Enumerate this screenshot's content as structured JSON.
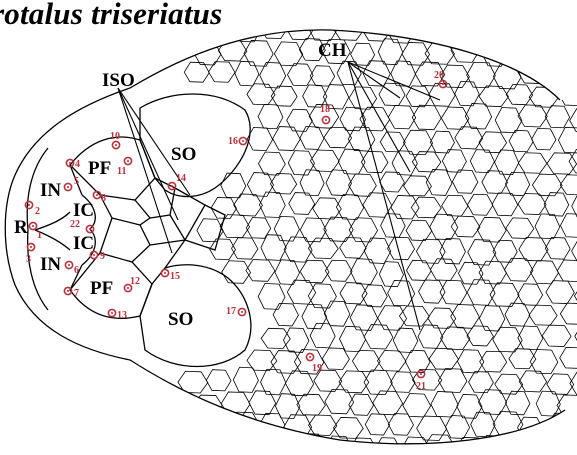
{
  "title": "rotalus triseriatus",
  "colors": {
    "landmark": "#b8323a",
    "ink": "#000000"
  },
  "region_labels": [
    {
      "key": "CH",
      "text": "CH"
    },
    {
      "key": "ISO",
      "text": "ISO"
    },
    {
      "key": "SO_top",
      "text": "SO"
    },
    {
      "key": "SO_bottom",
      "text": "SO"
    },
    {
      "key": "PF_top",
      "text": "PF"
    },
    {
      "key": "PF_bottom",
      "text": "PF"
    },
    {
      "key": "IN_top",
      "text": "IN"
    },
    {
      "key": "IN_bottom",
      "text": "IN"
    },
    {
      "key": "IC_top",
      "text": "IC"
    },
    {
      "key": "IC_bottom",
      "text": "IC"
    },
    {
      "key": "R",
      "text": "R"
    }
  ],
  "landmarks": [
    "1",
    "2",
    "3",
    "4",
    "5",
    "6",
    "7",
    "8",
    "9",
    "10",
    "11",
    "12",
    "13",
    "14",
    "15",
    "16",
    "17",
    "18",
    "19",
    "20",
    "21",
    "22"
  ]
}
